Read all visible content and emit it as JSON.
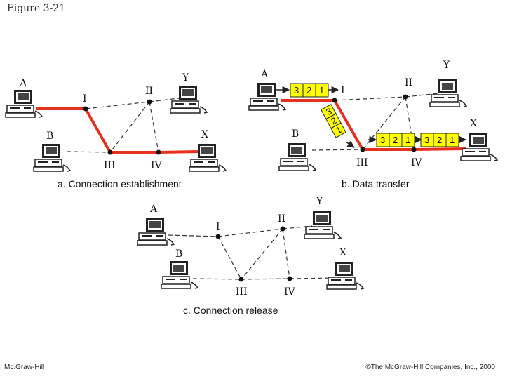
{
  "figure_title": "Figure 3-21",
  "footer": {
    "left": "Mc.Graw-Hill",
    "right": "©The McGraw-Hill Companies, Inc., 2000"
  },
  "colors": {
    "path": "#e8301e",
    "packet": "#ffff00",
    "link": "#333333"
  },
  "node_labels": {
    "a": "A",
    "b": "B",
    "x": "X",
    "y": "Y"
  },
  "switch_labels": {
    "s1": "I",
    "s2": "II",
    "s3": "III",
    "s4": "IV"
  },
  "captions": {
    "a": "a. Connection establishment",
    "b": "b. Data transfer",
    "c": "c. Connection release"
  },
  "packet_numbers": [
    "3",
    "2",
    "1"
  ]
}
